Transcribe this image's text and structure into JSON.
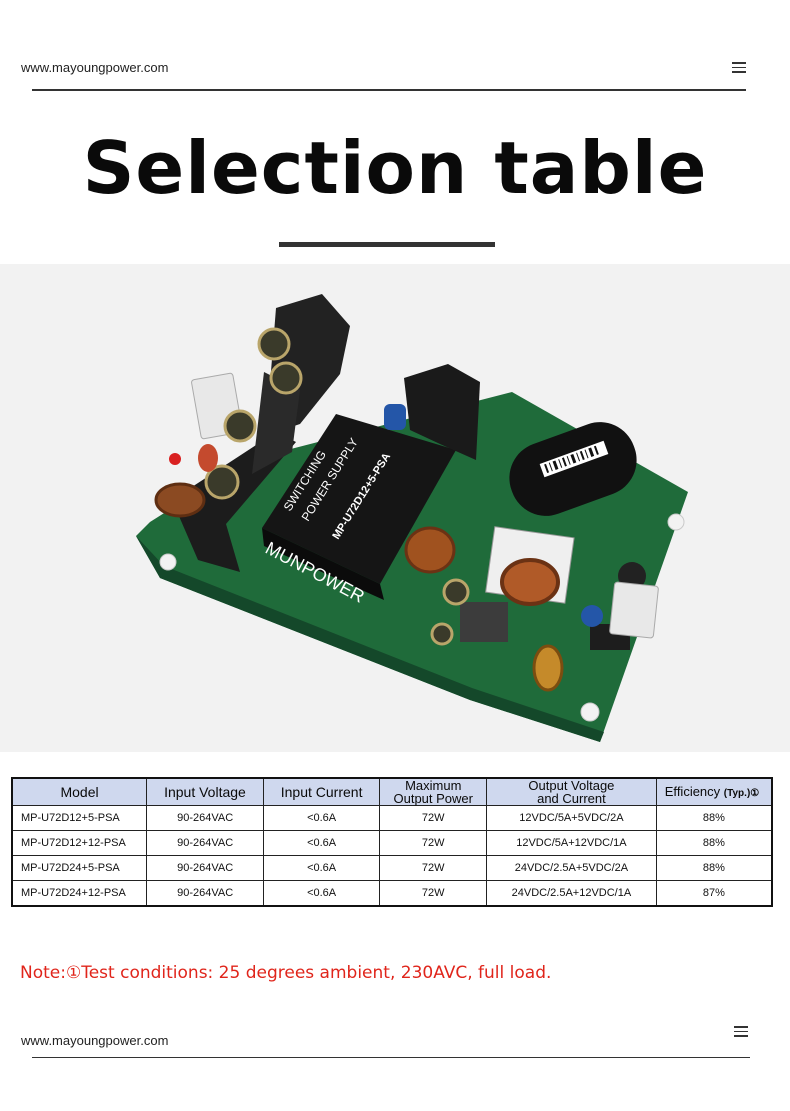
{
  "header": {
    "site_url": "www.mayoungpower.com",
    "menu_icon": "hamburger-menu-icon"
  },
  "page": {
    "title": "Selection table"
  },
  "product_image": {
    "brand_print": "MUNPOWER",
    "label_line1": "SWITCHING",
    "label_line2": "POWER SUPPLY",
    "model_print": "MP-U72D12+5-PSA",
    "colors": {
      "pcb": "#1f6b3a",
      "module": "#151515",
      "background": "#f2f2f2"
    }
  },
  "table": {
    "headers": [
      "Model",
      "Input Voltage",
      "Input Current",
      "Maximum Output Power",
      "Output Voltage and Current",
      "Efficiency (Typ.)①"
    ],
    "header_lines": {
      "max_power": [
        "Maximum",
        "Output Power"
      ],
      "output": [
        "Output Voltage",
        "and Current"
      ],
      "efficiency_main": "Efficiency",
      "efficiency_sub": "(Typ.)①"
    },
    "rows": [
      [
        "MP-U72D12+5-PSA",
        "90-264VAC",
        "<0.6A",
        "72W",
        "12VDC/5A+5VDC/2A",
        "88%"
      ],
      [
        "MP-U72D12+12-PSA",
        "90-264VAC",
        "<0.6A",
        "72W",
        "12VDC/5A+12VDC/1A",
        "88%"
      ],
      [
        "MP-U72D24+5-PSA",
        "90-264VAC",
        "<0.6A",
        "72W",
        "24VDC/2.5A+5VDC/2A",
        "88%"
      ],
      [
        "MP-U72D24+12-PSA",
        "90-264VAC",
        "<0.6A",
        "72W",
        "24VDC/2.5A+12VDC/1A",
        "87%"
      ]
    ],
    "header_color": "#cfd8ee"
  },
  "note": {
    "text": "Note:①Test conditions: 25 degrees ambient, 230AVC, full load.",
    "color": "#e0251b"
  },
  "footer": {
    "site_url": "www.mayoungpower.com",
    "menu_icon": "hamburger-menu-icon"
  }
}
